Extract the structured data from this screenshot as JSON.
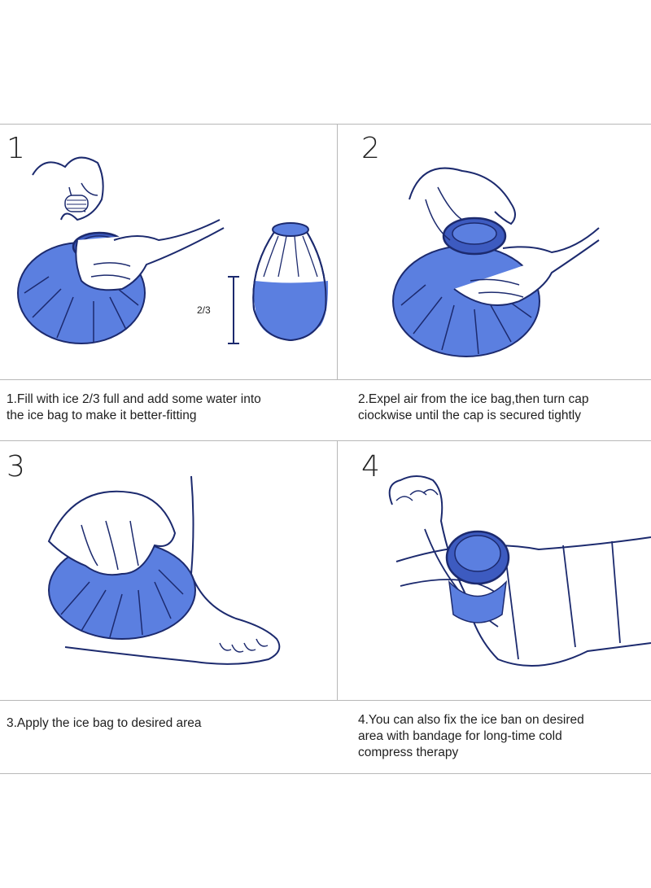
{
  "steps": [
    {
      "number": "1",
      "caption_line1": "1.Fill with ice 2/3 full and add some water into",
      "caption_line2": "the ice bag to make it better-fitting",
      "fill_label": "2/3"
    },
    {
      "number": "2",
      "caption_line1": "2.Expel air from the ice bag,then turn cap",
      "caption_line2": "ciockwise until the cap is secured tightly"
    },
    {
      "number": "3",
      "caption_line1": "3.Apply the ice bag to desired area"
    },
    {
      "number": "4",
      "caption_line1": "4.You can also fix the ice ban on desired",
      "caption_line2": "area with bandage for long-time cold",
      "caption_line3": "compress therapy"
    }
  ],
  "colors": {
    "bag_fill": "#5b7fe0",
    "bag_dark": "#3d5bc0",
    "line": "#1c2a6e",
    "divider": "#b8b8b8"
  }
}
